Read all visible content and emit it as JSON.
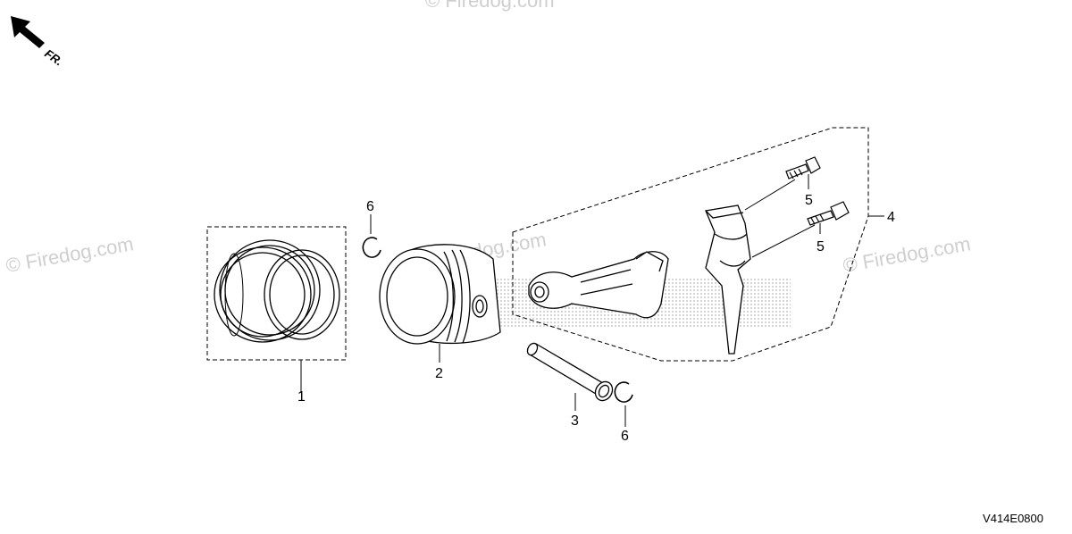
{
  "direction": {
    "label": "FR.",
    "icon": "arrow-front-icon"
  },
  "watermark": "© Firedog.com",
  "diagram_code": "V414E0800",
  "callouts": {
    "piston_ring_set": "1",
    "piston": "2",
    "piston_pin": "3",
    "connecting_rod_set": "4",
    "rod_bolt_upper": "5",
    "rod_bolt_lower": "5",
    "pin_clip_upper": "6",
    "pin_clip_lower": "6"
  }
}
